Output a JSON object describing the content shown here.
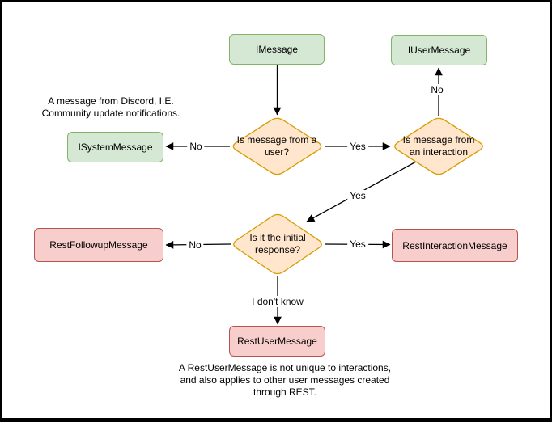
{
  "diagram": {
    "title_hint": "Discord message type decision flowchart",
    "nodes": {
      "imessage": {
        "label": "IMessage"
      },
      "iusermessage": {
        "label": "IUserMessage"
      },
      "isystemmessage": {
        "label": "ISystemMessage"
      },
      "restfollowupmessage": {
        "label": "RestFollowupMessage"
      },
      "restinteractionmessage": {
        "label": "RestInteractionMessage"
      },
      "restusermessage": {
        "label": "RestUserMessage"
      }
    },
    "decisions": {
      "from_user": {
        "label": "Is message from a user?"
      },
      "from_interaction": {
        "label": "Is message from an interaction"
      },
      "initial_response": {
        "label": "Is it the initial response?"
      }
    },
    "edge_labels": {
      "from_user_no": "No",
      "from_user_yes": "Yes",
      "from_interaction_no": "No",
      "from_interaction_yes": "Yes",
      "initial_no": "No",
      "initial_yes": "Yes",
      "initial_unknown": "I don't know"
    },
    "notes": {
      "system_note": {
        "lines": [
          "A message from Discord, I.E.",
          "Community update notifications."
        ]
      },
      "restuser_note": {
        "lines": [
          "A RestUserMessage is not unique to interactions,",
          "and also applies to other user messages created",
          "through REST."
        ]
      }
    }
  },
  "colors": {
    "green_fill": "#d5e8d4",
    "green_stroke": "#82b366",
    "orange_fill": "#ffe6cc",
    "orange_stroke": "#d79b00",
    "red_fill": "#f8cecc",
    "red_stroke": "#b85450",
    "edge": "#000000"
  }
}
